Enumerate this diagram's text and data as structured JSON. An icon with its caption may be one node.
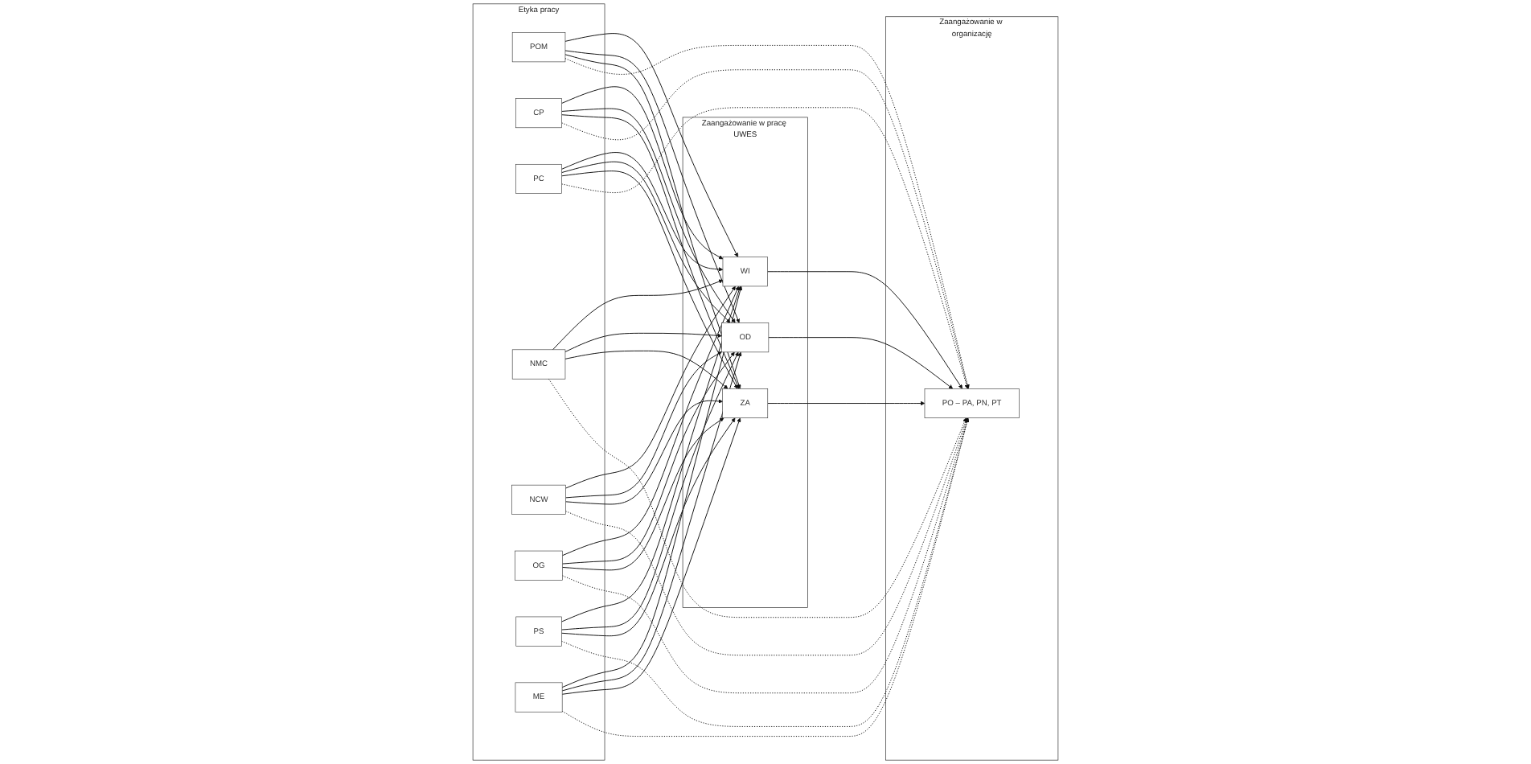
{
  "diagram": {
    "nodes": [
      {
        "text": [
          "Etyka pracy"
        ]
      },
      {
        "text": [
          "POM"
        ],
        "in": 0
      },
      {
        "text": [
          "CP"
        ],
        "in": 0
      },
      {
        "text": [
          "PC"
        ],
        "in": 0
      },
      {
        "text": [
          "NMC"
        ],
        "in": 0
      },
      {
        "text": [
          "NCW"
        ],
        "in": 0
      },
      {
        "text": [
          "OG"
        ],
        "in": 0
      },
      {
        "text": [
          "PS"
        ],
        "in": 0
      },
      {
        "text": [
          "ME"
        ],
        "in": 0
      },
      {
        "text": [
          "Zaangażowanie w pracę UWES"
        ]
      },
      {
        "text": [
          "WI"
        ],
        "in": 9
      },
      {
        "text": [
          "OD"
        ],
        "in": 9
      },
      {
        "text": [
          "ZA"
        ],
        "in": 9
      },
      {
        "text": [
          "Zaangażowanie w organizację"
        ]
      },
      {
        "text": [
          "PO – PA, PN, PT"
        ],
        "in": 13
      }
    ],
    "edges": [
      {
        "from": 1,
        "to": 10,
        "arrow": "to"
      },
      {
        "from": 1,
        "to": 11,
        "arrow": "to"
      },
      {
        "from": 1,
        "to": 12,
        "arrow": "to"
      },
      {
        "from": 1,
        "to": 14,
        "arrow": "to",
        "style": "dashed"
      },
      {
        "from": 2,
        "to": 10,
        "arrow": "to"
      },
      {
        "from": 2,
        "to": 11,
        "arrow": "to"
      },
      {
        "from": 2,
        "to": 12,
        "arrow": "to"
      },
      {
        "from": 2,
        "to": 14,
        "arrow": "to",
        "style": "dashed"
      },
      {
        "from": 3,
        "to": 10,
        "arrow": "to"
      },
      {
        "from": 3,
        "to": 11,
        "arrow": "to"
      },
      {
        "from": 3,
        "to": 12,
        "arrow": "to"
      },
      {
        "from": 3,
        "to": 14,
        "arrow": "to",
        "style": "dashed"
      },
      {
        "from": 4,
        "to": 10,
        "arrow": "to"
      },
      {
        "from": 4,
        "to": 11,
        "arrow": "to"
      },
      {
        "from": 4,
        "to": 12,
        "arrow": "to"
      },
      {
        "from": 4,
        "to": 14,
        "arrow": "to",
        "style": "dashed"
      },
      {
        "from": 5,
        "to": 10,
        "arrow": "to"
      },
      {
        "from": 5,
        "to": 11,
        "arrow": "to"
      },
      {
        "from": 5,
        "to": 12,
        "arrow": "to"
      },
      {
        "from": 5,
        "to": 14,
        "arrow": "to",
        "style": "dashed"
      },
      {
        "from": 6,
        "to": 10,
        "arrow": "to"
      },
      {
        "from": 6,
        "to": 11,
        "arrow": "to"
      },
      {
        "from": 6,
        "to": 12,
        "arrow": "to"
      },
      {
        "from": 6,
        "to": 14,
        "arrow": "to",
        "style": "dashed"
      },
      {
        "from": 7,
        "to": 10,
        "arrow": "to"
      },
      {
        "from": 7,
        "to": 11,
        "arrow": "to"
      },
      {
        "from": 7,
        "to": 12,
        "arrow": "to"
      },
      {
        "from": 7,
        "to": 14,
        "arrow": "to",
        "style": "dashed"
      },
      {
        "from": 8,
        "to": 10,
        "arrow": "to"
      },
      {
        "from": 8,
        "to": 11,
        "arrow": "to"
      },
      {
        "from": 8,
        "to": 12,
        "arrow": "to"
      },
      {
        "from": 8,
        "to": 14,
        "arrow": "to",
        "style": "dashed"
      },
      {
        "from": 10,
        "to": 14,
        "arrow": "to"
      },
      {
        "from": 11,
        "to": 14,
        "arrow": "to"
      },
      {
        "from": 12,
        "to": 14,
        "arrow": "to"
      }
    ]
  }
}
